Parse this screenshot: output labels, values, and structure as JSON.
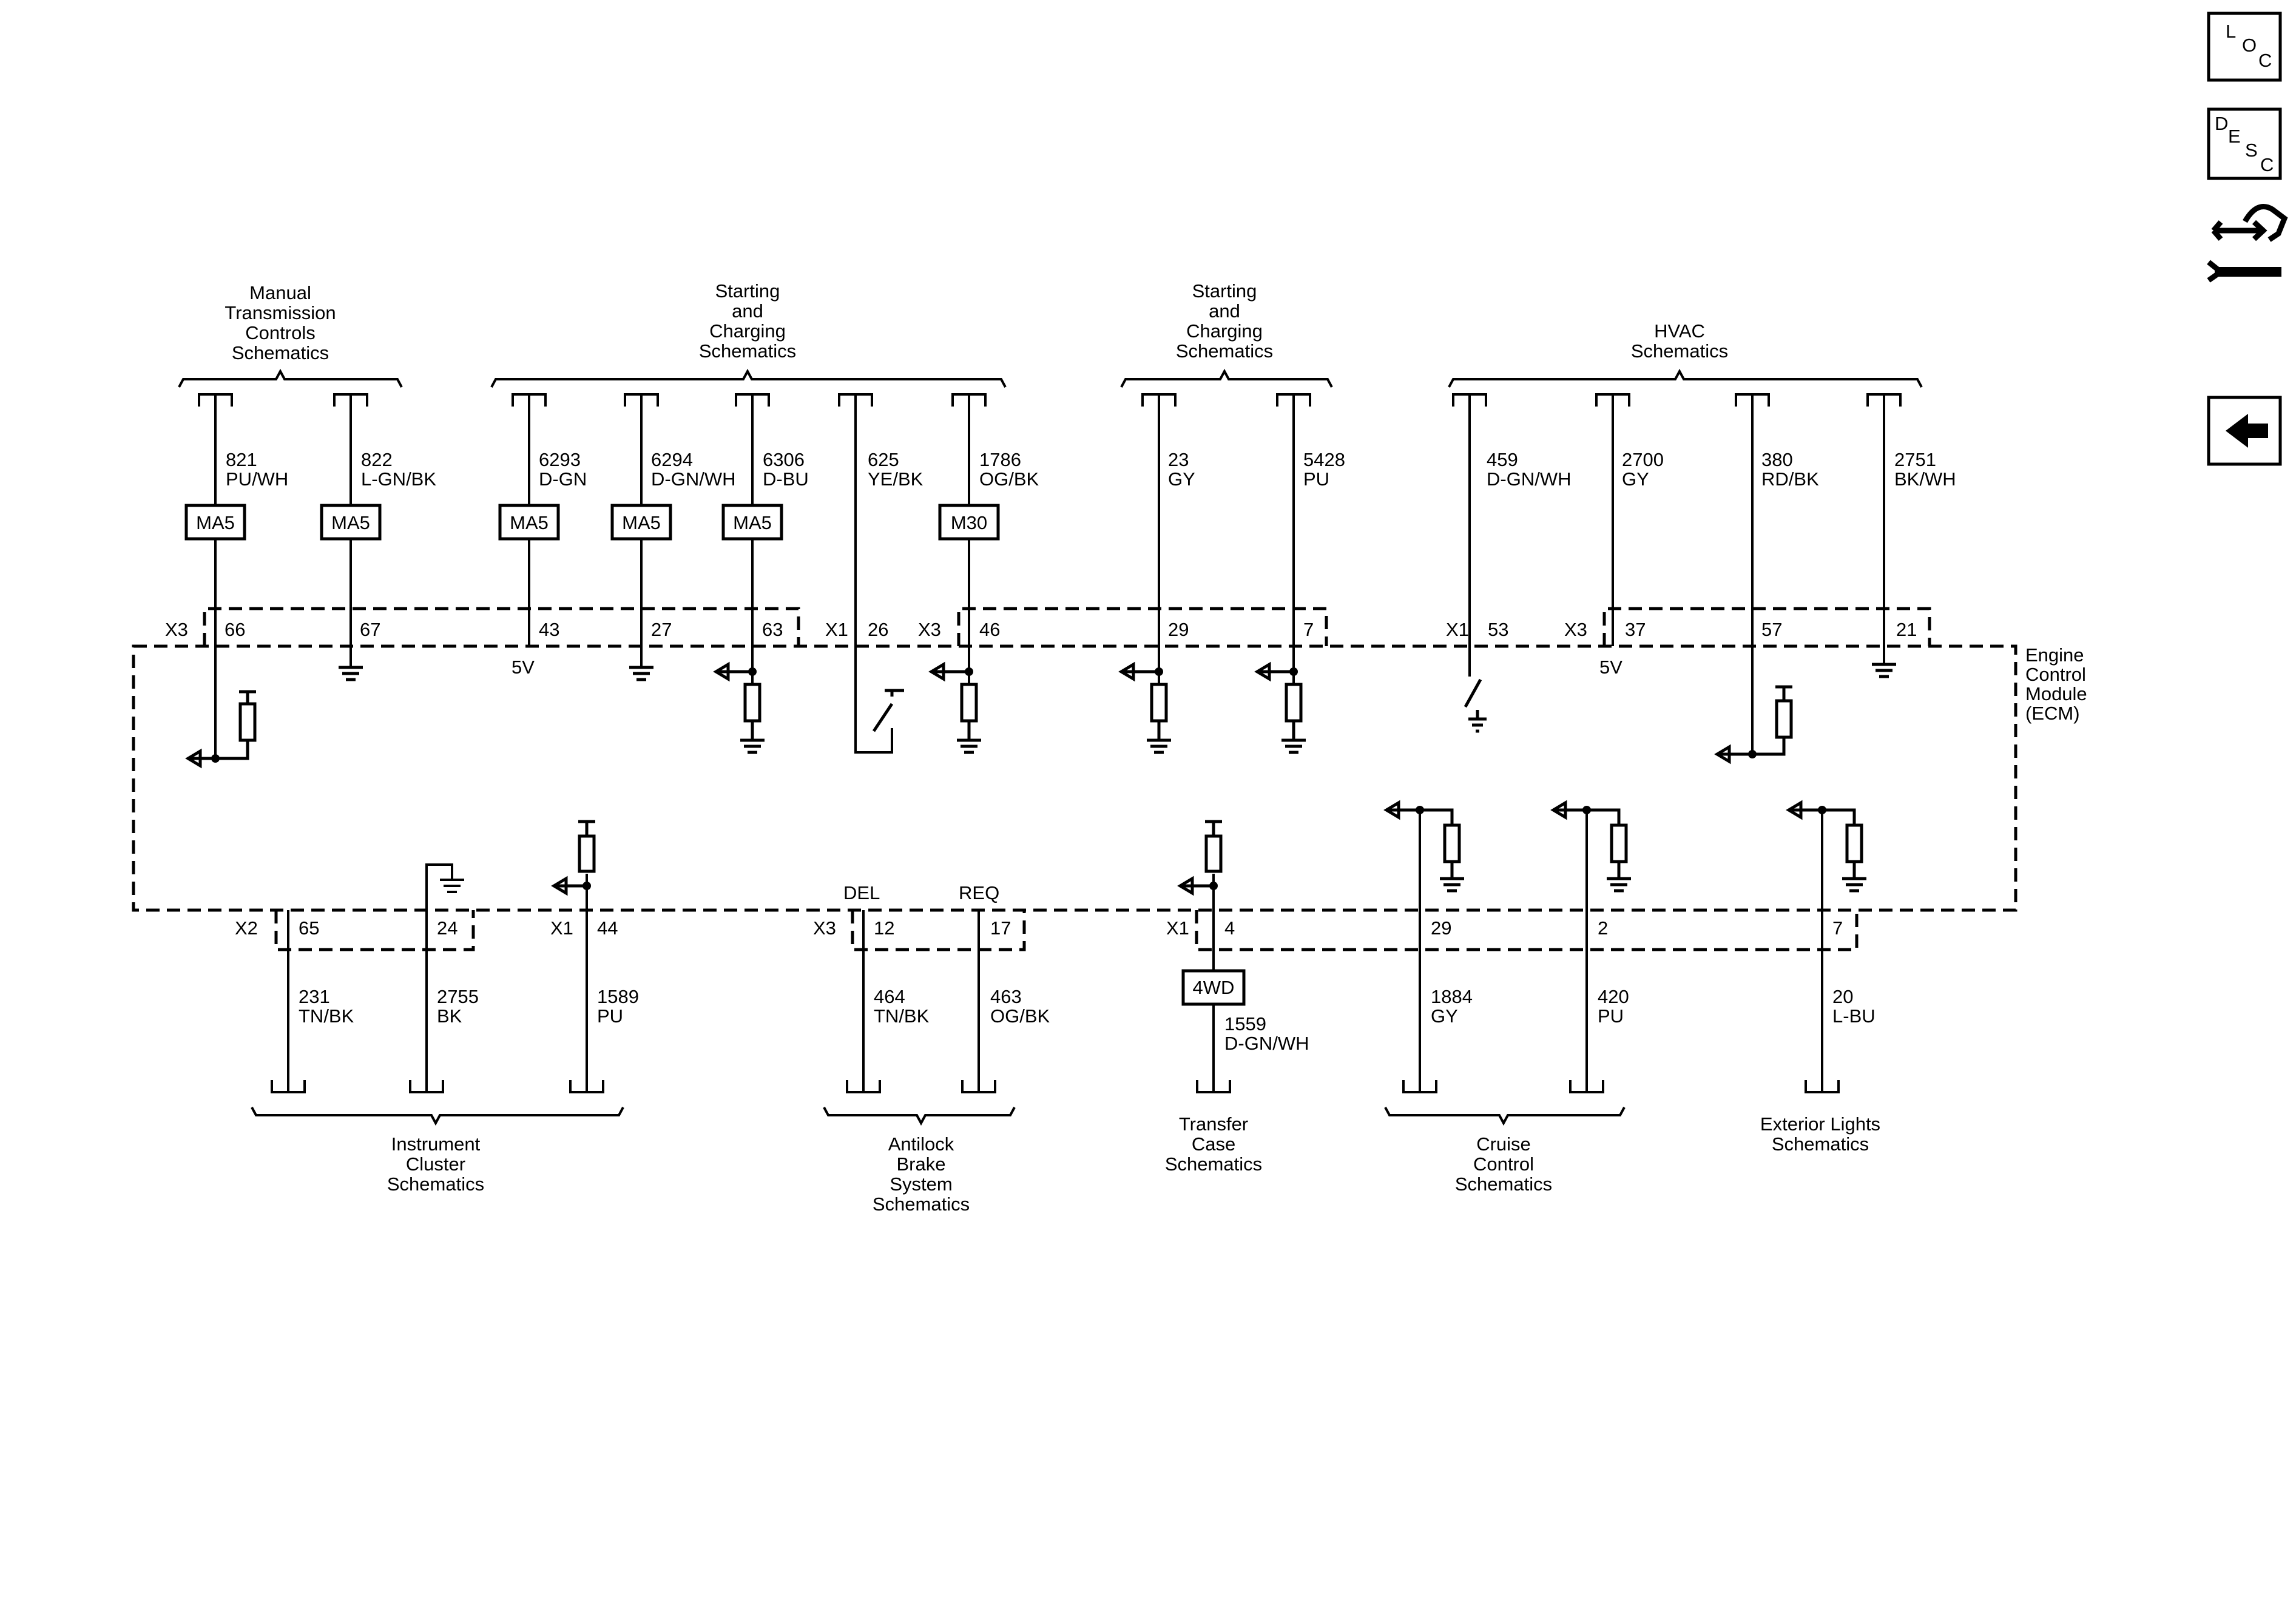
{
  "module": {
    "name_lines": [
      "Engine",
      "Control",
      "Module",
      "(ECM)"
    ]
  },
  "nav": {
    "loc": {
      "letters": [
        "L",
        "O",
        "C"
      ]
    },
    "desc": {
      "letters": [
        "D",
        "E",
        "S",
        "C"
      ]
    }
  },
  "top_groups": [
    {
      "id": "mtc",
      "lines": [
        "Manual",
        "Transmission",
        "Controls",
        "Schematics"
      ]
    },
    {
      "id": "sc1",
      "lines": [
        "Starting",
        "and",
        "Charging",
        "Schematics"
      ]
    },
    {
      "id": "sc2",
      "lines": [
        "Starting",
        "and",
        "Charging",
        "Schematics"
      ]
    },
    {
      "id": "hvac",
      "lines": [
        "HVAC",
        "Schematics"
      ]
    }
  ],
  "bottom_groups": [
    {
      "id": "ic",
      "lines": [
        "Instrument",
        "Cluster",
        "Schematics"
      ]
    },
    {
      "id": "abs",
      "lines": [
        "Antilock",
        "Brake",
        "System",
        "Schematics"
      ]
    },
    {
      "id": "tc",
      "lines": [
        "Transfer",
        "Case",
        "Schematics"
      ]
    },
    {
      "id": "cc",
      "lines": [
        "Cruise",
        "Control",
        "Schematics"
      ]
    },
    {
      "id": "ext",
      "lines": [
        "Exterior Lights",
        "Schematics"
      ]
    }
  ],
  "top_wires": [
    {
      "circuit": "821",
      "color": "PU/WH",
      "pin": "66",
      "inline": "MA5"
    },
    {
      "circuit": "822",
      "color": "L-GN/BK",
      "pin": "67",
      "inline": "MA5"
    },
    {
      "circuit": "6293",
      "color": "D-GN",
      "pin": "43",
      "inline": "MA5",
      "ref": "5V"
    },
    {
      "circuit": "6294",
      "color": "D-GN/WH",
      "pin": "27",
      "inline": "MA5"
    },
    {
      "circuit": "6306",
      "color": "D-BU",
      "pin": "63",
      "inline": "MA5"
    },
    {
      "circuit": "625",
      "color": "YE/BK",
      "pin": "26"
    },
    {
      "circuit": "1786",
      "color": "OG/BK",
      "pin": "46",
      "inline": "M30"
    },
    {
      "circuit": "23",
      "color": "GY",
      "pin": "29"
    },
    {
      "circuit": "5428",
      "color": "PU",
      "pin": "7"
    },
    {
      "circuit": "459",
      "color": "D-GN/WH",
      "pin": "53"
    },
    {
      "circuit": "2700",
      "color": "GY",
      "pin": "37",
      "ref": "5V"
    },
    {
      "circuit": "380",
      "color": "RD/BK",
      "pin": "57"
    },
    {
      "circuit": "2751",
      "color": "BK/WH",
      "pin": "21"
    }
  ],
  "top_connectors": [
    "X3",
    "X1",
    "X3",
    "X1",
    "X3"
  ],
  "bottom_wires": [
    {
      "circuit": "231",
      "color": "TN/BK",
      "pin": "65"
    },
    {
      "circuit": "2755",
      "color": "BK",
      "pin": "24"
    },
    {
      "circuit": "1589",
      "color": "PU",
      "pin": "44"
    },
    {
      "circuit": "464",
      "color": "TN/BK",
      "pin": "12",
      "signal": "DEL"
    },
    {
      "circuit": "463",
      "color": "OG/BK",
      "pin": "17",
      "signal": "REQ"
    },
    {
      "circuit": "1559",
      "color": "D-GN/WH",
      "pin": "4",
      "inline": "4WD"
    },
    {
      "circuit": "1884",
      "color": "GY",
      "pin": "29"
    },
    {
      "circuit": "420",
      "color": "PU",
      "pin": "2"
    },
    {
      "circuit": "20",
      "color": "L-BU",
      "pin": "7"
    }
  ],
  "bottom_connectors": [
    "X2",
    "X1",
    "X3",
    "X1"
  ]
}
